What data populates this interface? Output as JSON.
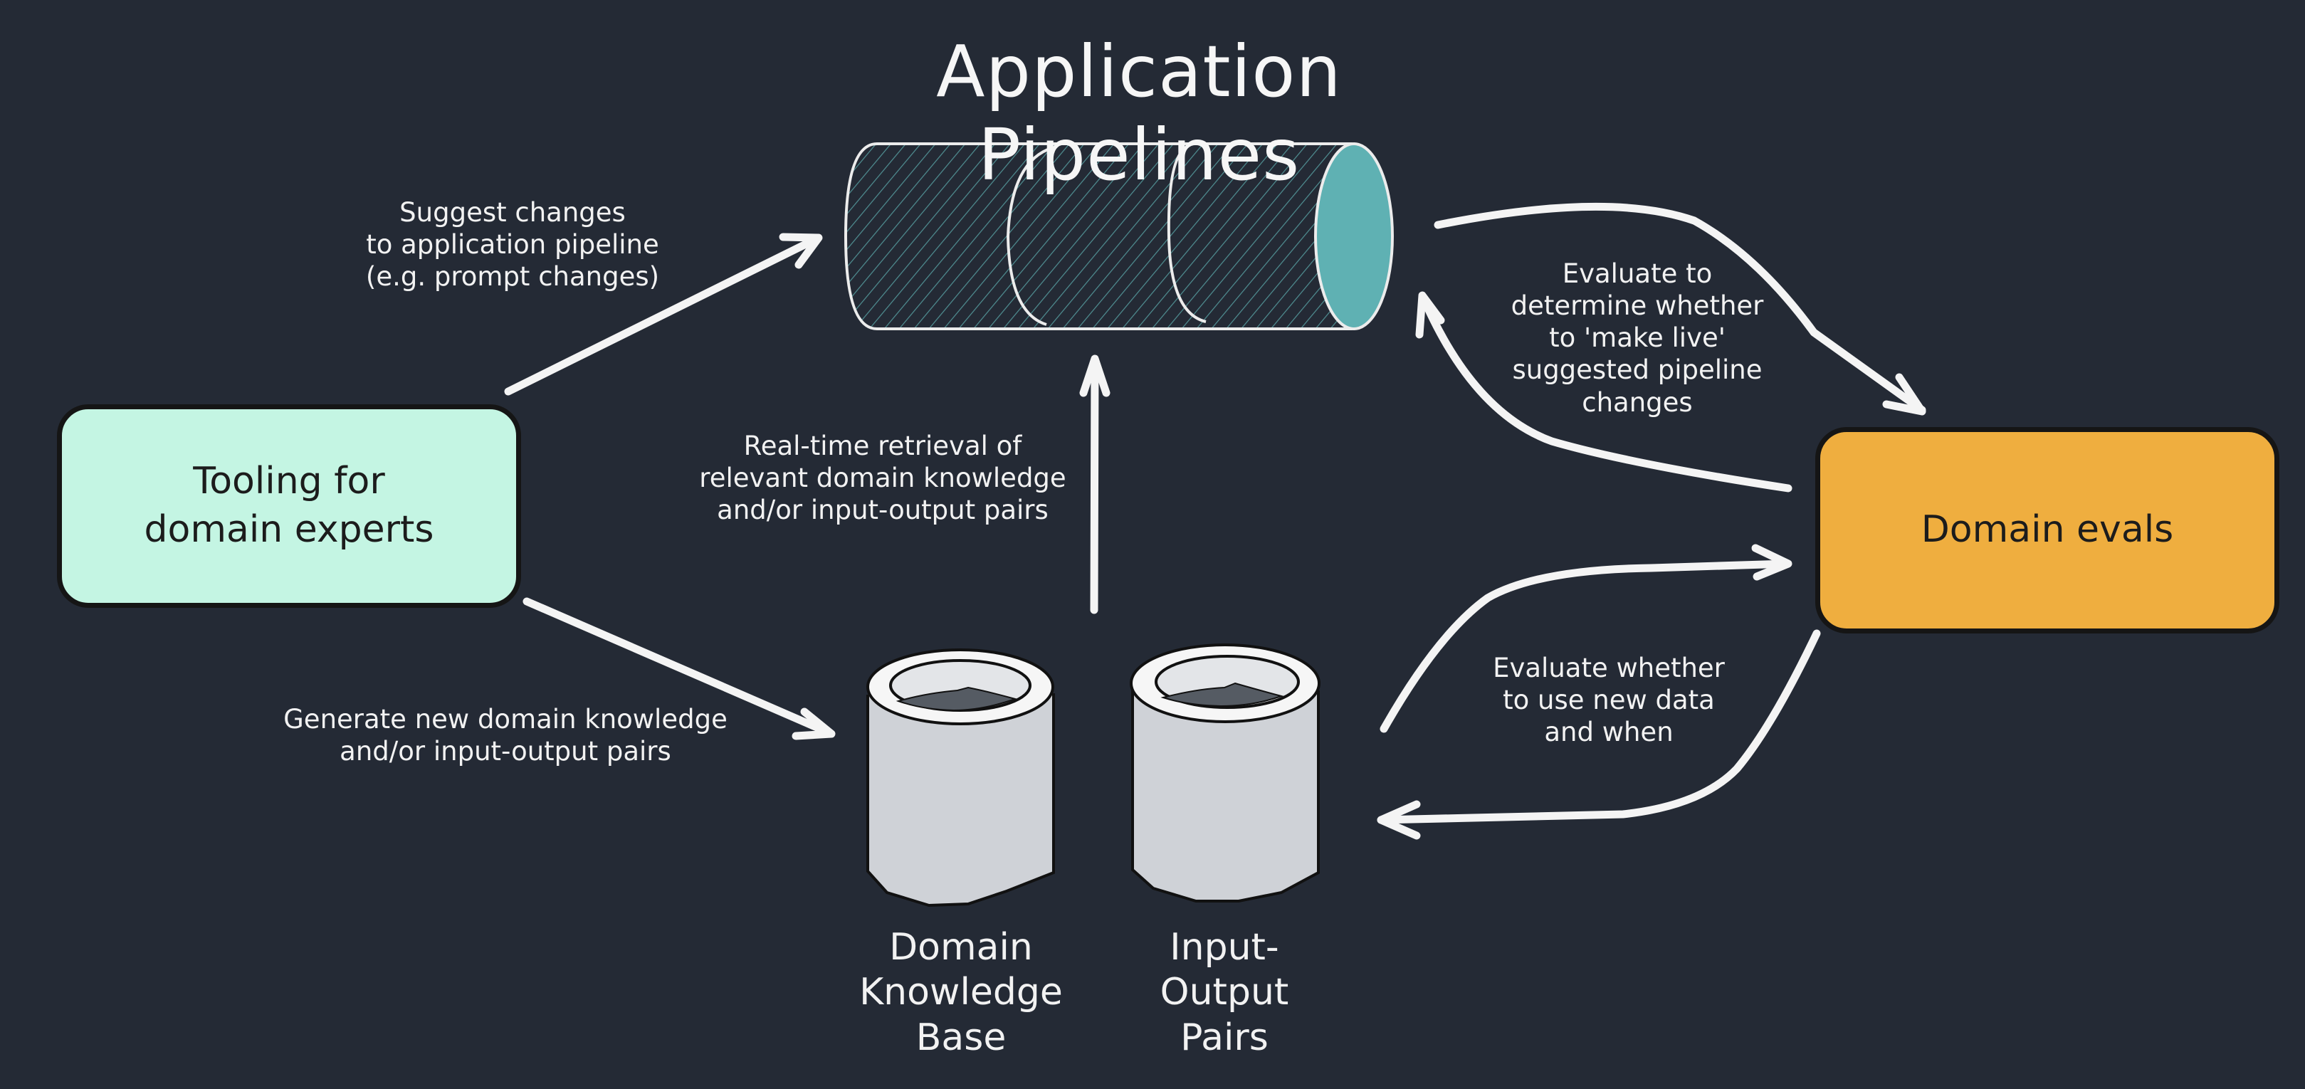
{
  "title": "Application Pipelines",
  "colors": {
    "background": "#242a35",
    "tooling_fill": "#c4f5e3",
    "evals_fill": "#efae3f",
    "pipeline_end": "#5fb1b3",
    "database_fill": "#cfd2d7",
    "arrow": "#f4f4f4"
  },
  "nodes": {
    "pipeline": {
      "label": "Application Pipelines",
      "shape": "hatched-horizontal-cylinder"
    },
    "tooling": {
      "label": "Tooling for\ndomain experts"
    },
    "evals": {
      "label": "Domain evals"
    },
    "knowledge_base": {
      "label": "Domain\nKnowledge\nBase",
      "shape": "database-cylinder"
    },
    "io_pairs": {
      "label": "Input-\nOutput\nPairs",
      "shape": "database-cylinder"
    }
  },
  "edges": [
    {
      "id": "suggest",
      "from": "tooling",
      "to": "pipeline",
      "label": "Suggest changes\nto application pipeline\n(e.g. prompt changes)"
    },
    {
      "id": "generate",
      "from": "tooling",
      "to": "knowledge_base",
      "label": "Generate new domain knowledge\nand/or input-output pairs"
    },
    {
      "id": "retrieval",
      "from": "knowledge_base",
      "to": "pipeline",
      "label": "Real-time retrieval of\nrelevant domain knowledge\nand/or input-output pairs"
    },
    {
      "id": "pipeline_to_evals",
      "from": "pipeline",
      "to": "evals",
      "label": ""
    },
    {
      "id": "make_live",
      "from": "evals",
      "to": "pipeline",
      "label": "Evaluate to\ndetermine whether\nto 'make live'\nsuggested pipeline\nchanges"
    },
    {
      "id": "data_to_evals",
      "from": "io_pairs",
      "to": "evals",
      "label": ""
    },
    {
      "id": "use_data",
      "from": "evals",
      "to": "io_pairs",
      "label": "Evaluate whether\nto use new data\nand when"
    }
  ]
}
